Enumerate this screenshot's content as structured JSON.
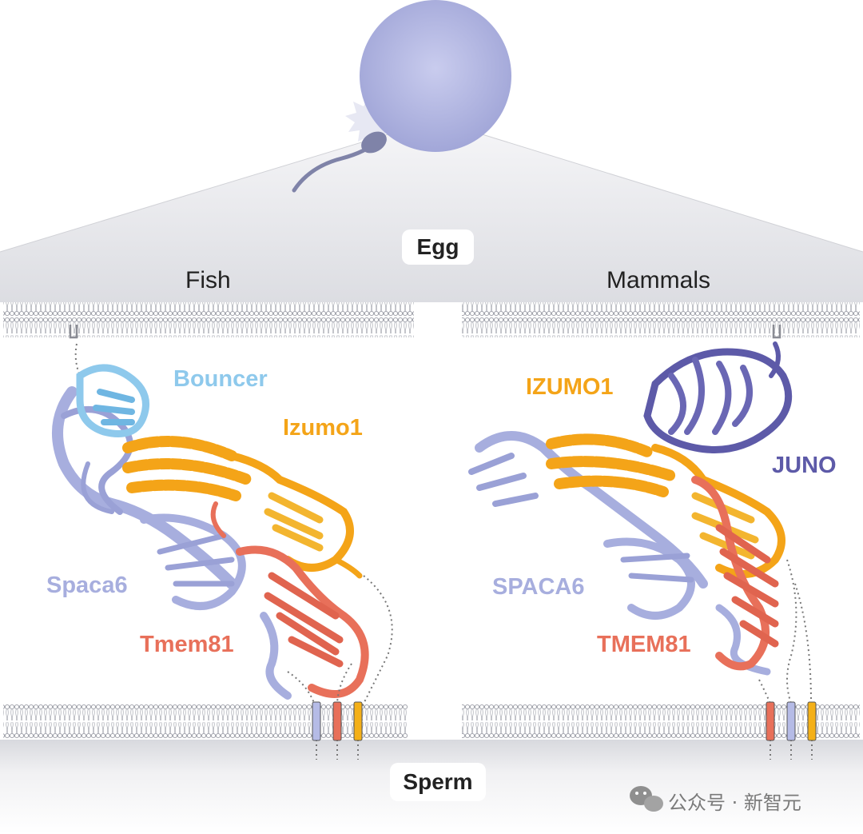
{
  "labels": {
    "egg": "Egg",
    "sperm": "Sperm",
    "fish": "Fish",
    "mammals": "Mammals"
  },
  "fish": {
    "bouncer": "Bouncer",
    "izumo1": "Izumo1",
    "spaca6": "Spaca6",
    "tmem81": "Tmem81"
  },
  "mammals": {
    "izumo1": "IZUMO1",
    "juno": "JUNO",
    "spaca6": "SPACA6",
    "tmem81": "TMEM81"
  },
  "watermark": "公众号 · 新智元",
  "colors": {
    "bouncer": "#8ec9ec",
    "izumo": "#f4a418",
    "spaca6": "#a7aede",
    "tmem81": "#e8705a",
    "juno": "#5d5aa8",
    "egg": "#b9bde6",
    "membrane": "#b8bac2"
  }
}
